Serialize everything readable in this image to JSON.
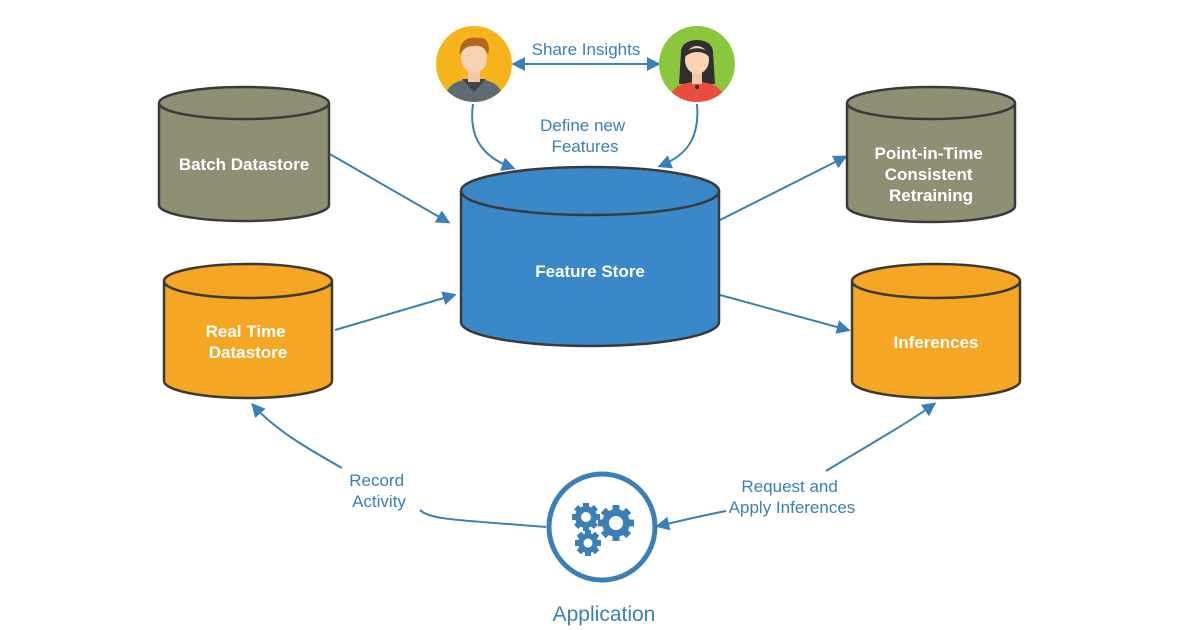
{
  "colors": {
    "olive": "#8f8f73",
    "orange": "#f5a623",
    "blue": "#3a87c9",
    "arrow": "#3a7fb7",
    "stroke": "#3a3a3a"
  },
  "nodes": {
    "batch_datastore": {
      "label_lines": [
        "Batch Datastore"
      ]
    },
    "real_time_datastore": {
      "label_lines": [
        "Real Time",
        "Datastore"
      ]
    },
    "feature_store": {
      "label_lines": [
        "Feature Store"
      ]
    },
    "point_in_time": {
      "label_lines": [
        "Point-in-Time",
        "Consistent",
        "Retraining"
      ]
    },
    "inferences": {
      "label_lines": [
        "Inferences"
      ]
    },
    "application": {
      "label": "Application",
      "icon": "gears-icon"
    },
    "person_male": {
      "icon": "male-avatar-icon"
    },
    "person_female": {
      "icon": "female-avatar-icon"
    }
  },
  "edge_labels": {
    "share_insights": [
      "Share Insights"
    ],
    "define_new_features": [
      "Define new",
      "Features"
    ],
    "record_activity": [
      "Record",
      "Activity"
    ],
    "request_apply": [
      "Request and",
      "Apply Inferences"
    ]
  }
}
